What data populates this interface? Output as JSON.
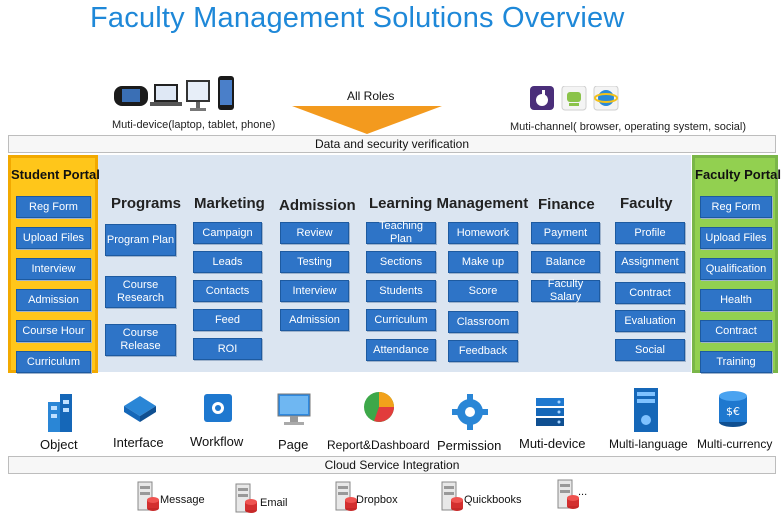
{
  "title": "Faculty Management Solutions Overview",
  "device_caption": "Muti-device(laptop, tablet, phone)",
  "channel_caption": "Muti-channel( browser, operating system, social)",
  "all_roles": "All Roles",
  "security_bar": "Data and security verification",
  "cloud_bar": "Cloud Service Integration",
  "student_portal": {
    "title": "Student Portal",
    "items": [
      "Reg Form",
      "Upload Files",
      "Interview",
      "Admission",
      "Course Hour",
      "Curriculum"
    ]
  },
  "faculty_portal": {
    "title": "Faculty Portal",
    "items": [
      "Reg Form",
      "Upload Files",
      "Qualification",
      "Health",
      "Contract",
      "Training"
    ]
  },
  "modules": {
    "programs": {
      "title": "Programs",
      "items": [
        "Program Plan",
        "Course Research",
        "Course Release"
      ]
    },
    "marketing": {
      "title": "Marketing",
      "items": [
        "Campaign",
        "Leads",
        "Contacts",
        "Feed",
        "ROI"
      ]
    },
    "admission": {
      "title": "Admission",
      "items": [
        "Review",
        "Testing",
        "Interview",
        "Admission"
      ]
    },
    "learning": {
      "title": "Learning Management",
      "left": [
        "Teaching Plan",
        "Sections",
        "Students",
        "Curriculum",
        "Attendance"
      ],
      "right": [
        "Homework",
        "Make up",
        "Score",
        "Classroom",
        "Feedback"
      ]
    },
    "finance": {
      "title": "Finance",
      "items": [
        "Payment",
        "Balance",
        "Faculty Salary"
      ]
    },
    "faculty": {
      "title": "Faculty",
      "items": [
        "Profile",
        "Assignment",
        "Contract",
        "Evaluation",
        "Social"
      ]
    }
  },
  "platform_features": [
    "Object",
    "Interface",
    "Workflow",
    "Page",
    "Report&Dashboard",
    "Permission",
    "Muti-device",
    "Multi-language",
    "Multi-currency"
  ],
  "integrations": [
    "Message",
    "Email",
    "Dropbox",
    "Quickbooks",
    "..."
  ],
  "colors": {
    "title": "#1e88d8",
    "button": "#2e74c7",
    "student_portal": "#ffc61a",
    "faculty_portal": "#92d050",
    "panel": "#dbe5f1",
    "arrow": "#f39a1e"
  }
}
